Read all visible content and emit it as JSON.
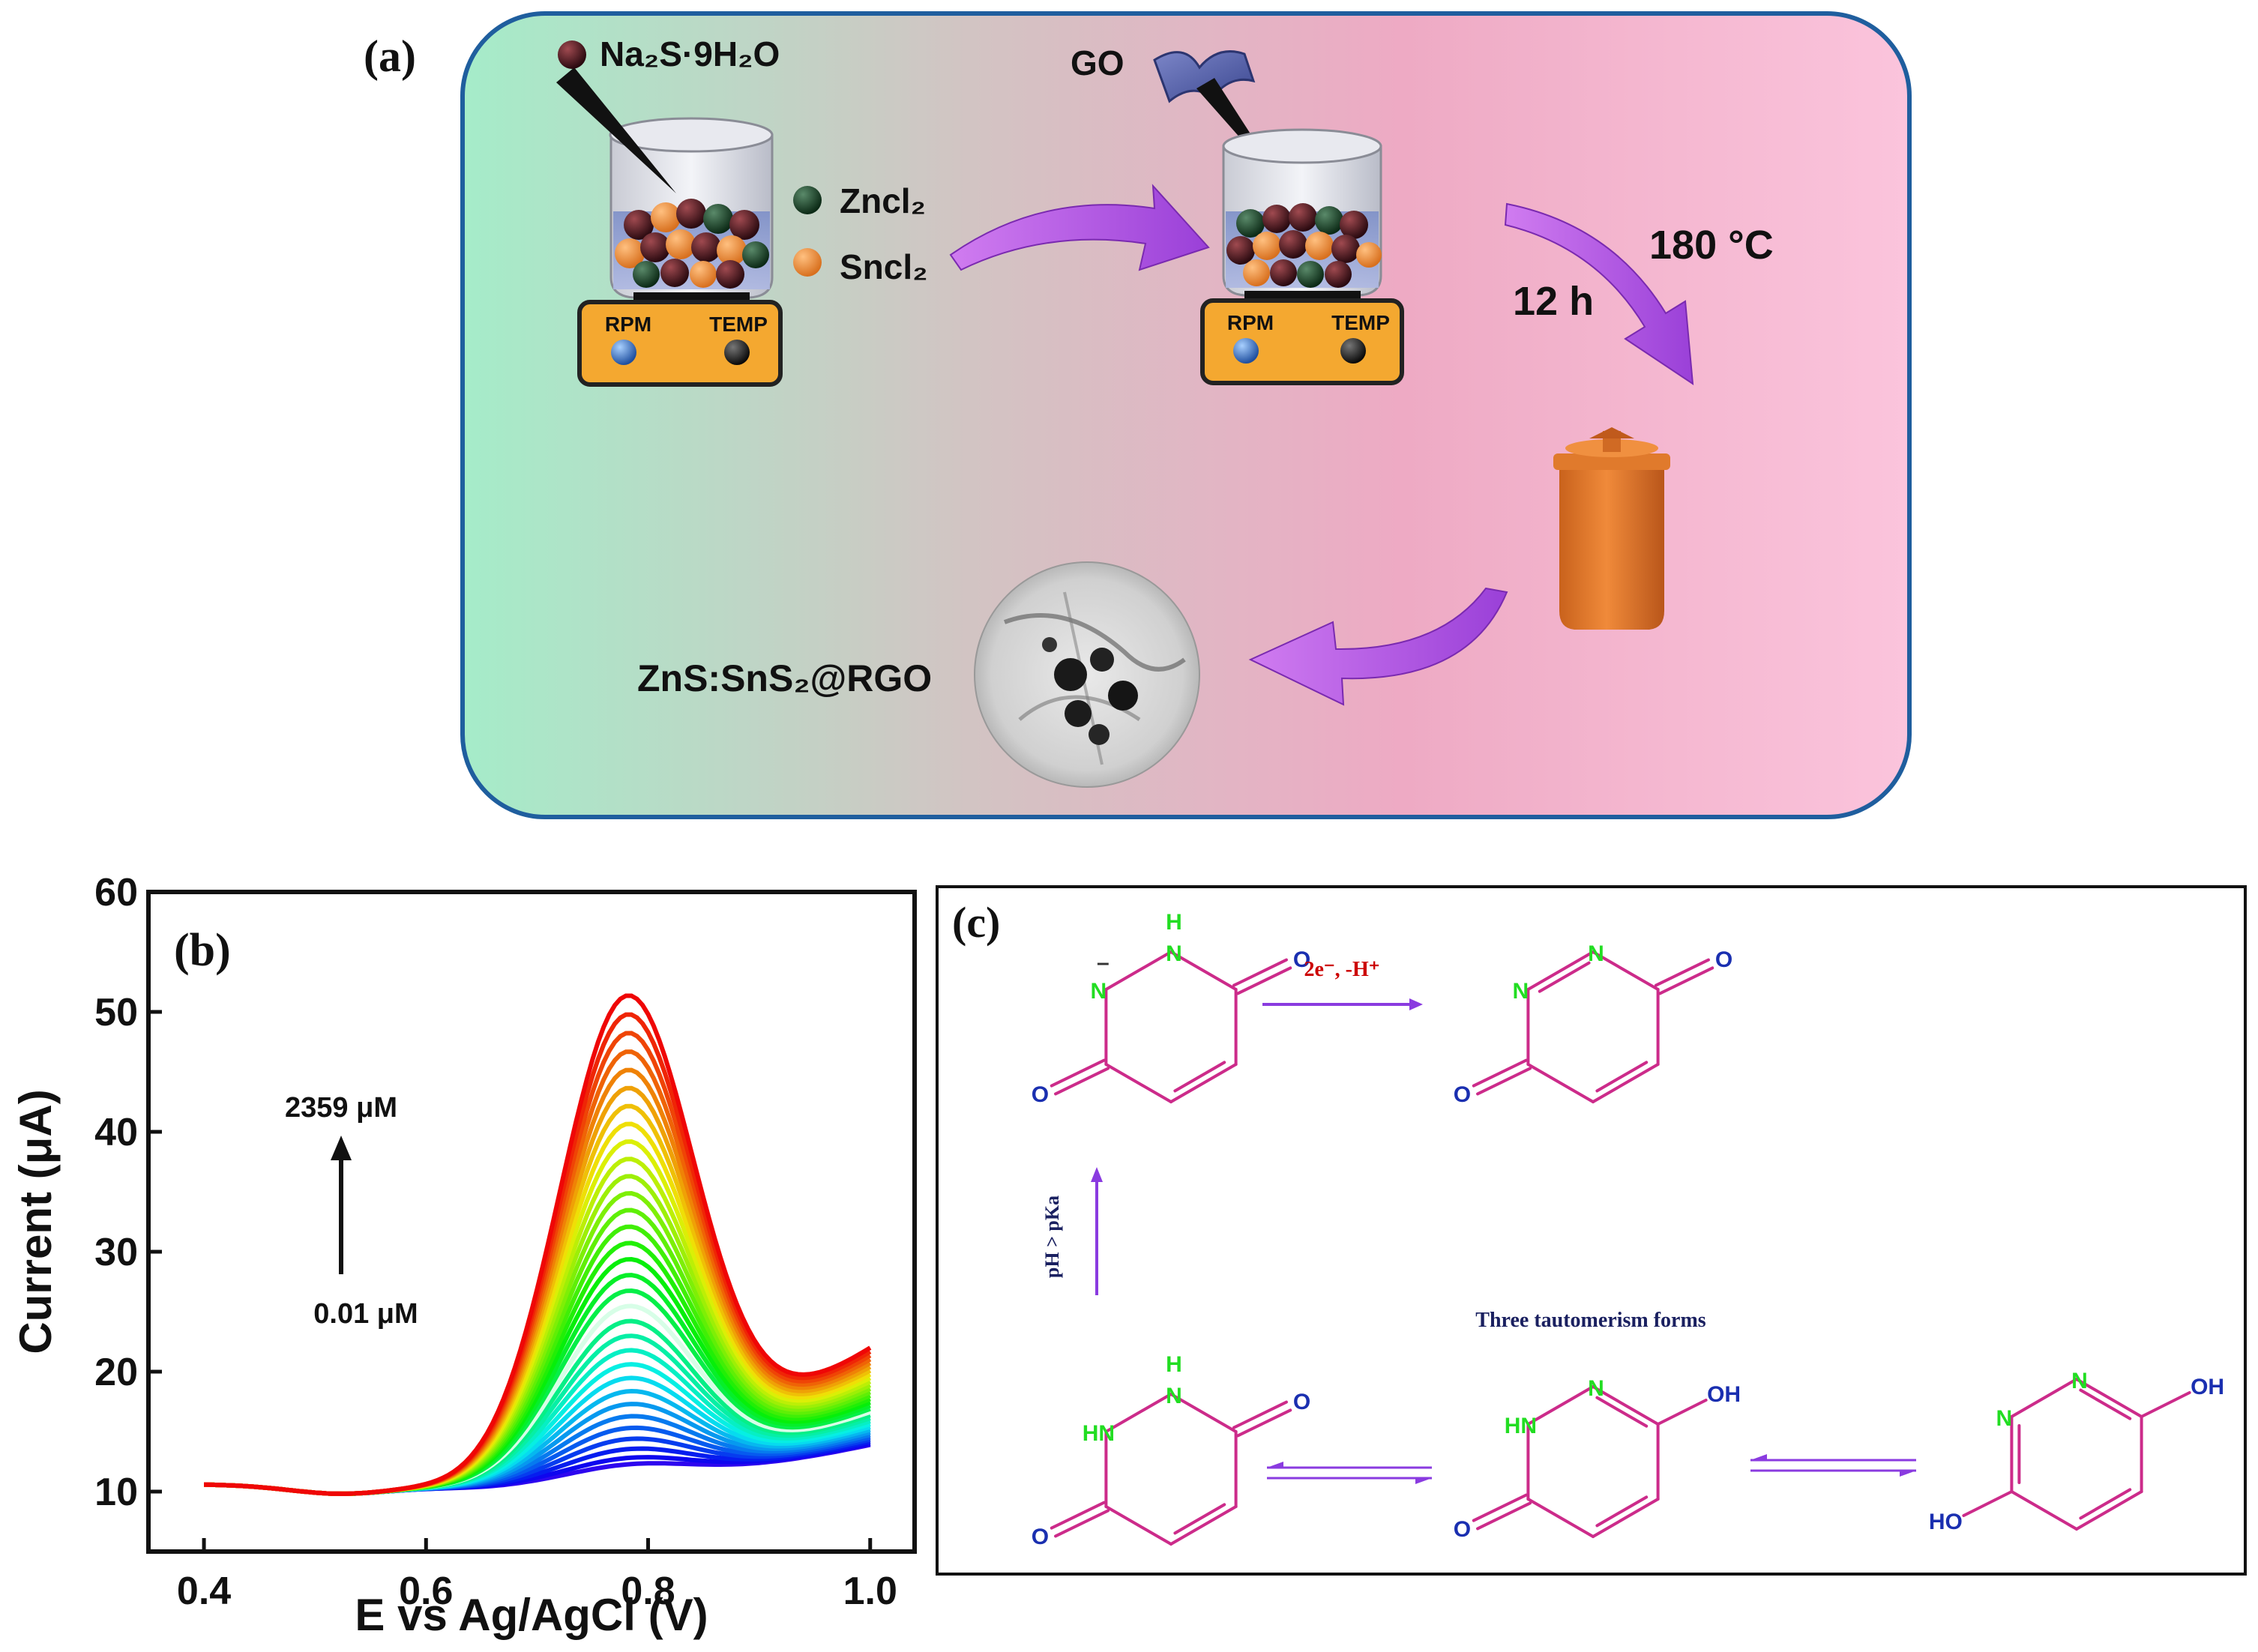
{
  "panel_a": {
    "label": "(a)",
    "na2s": "Na₂S·9H₂O",
    "zncl2": "Zncl₂",
    "sncl2": "Sncl₂",
    "go": "GO",
    "rpm": "RPM",
    "temp": "TEMP",
    "temperature": "180 °C",
    "time": "12 h",
    "product": "ZnS:SnS₂@RGO",
    "colors": {
      "left": "#a6ecc8",
      "right": "#fbc3dc",
      "border": "#1f5e9e",
      "arrow": "#b458e0"
    }
  },
  "panel_b": {
    "label": "(b)",
    "conc_high": "2359 μM",
    "conc_low": "0.01 μM"
  },
  "chart_data": {
    "type": "line",
    "xlabel": "E vs Ag/AgCl (V)",
    "ylabel": "Current (μA)",
    "xlim": [
      0.35,
      1.04
    ],
    "ylim": [
      5,
      60
    ],
    "xticks": [
      "0.4",
      "0.6",
      "0.8",
      "1.0"
    ],
    "yticks": [
      "10",
      "20",
      "30",
      "40",
      "50",
      "60"
    ],
    "peak_potential": 0.78,
    "baseline": 10,
    "series_count": 32,
    "peak_currents_range": [
      12.5,
      50
    ],
    "end_currents_range": [
      14.2,
      22.3
    ],
    "color_order": "blue (0.01 μM) to red (2359 μM)"
  },
  "panel_c": {
    "label": "(c)",
    "redox_label": "2e⁻, -H⁺",
    "ph_label": "pH > pKa",
    "tautomer_label": "Three tautomerism forms",
    "atoms": {
      "n_minus": "N",
      "minus": "–",
      "nh": "N",
      "h": "H",
      "n": "N",
      "o": "O",
      "hn": "HN",
      "oh": "OH",
      "ho": "HO"
    },
    "colors": {
      "bond": "#cc2b8a",
      "nitrogen": "#22dd22",
      "oxygen": "#1a2fb0",
      "arrow": "#8a3be0",
      "redox": "#cc0000",
      "text": "#1a2060"
    }
  }
}
